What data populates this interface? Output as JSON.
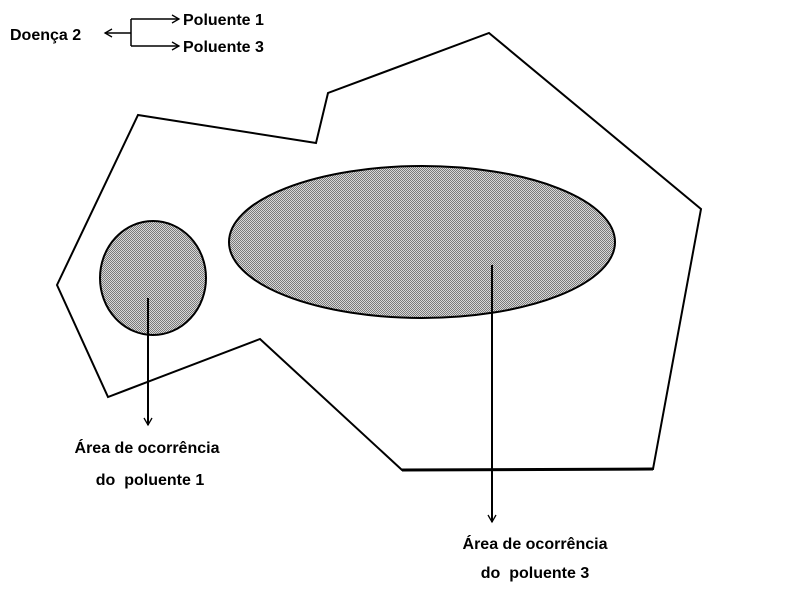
{
  "legend": {
    "disease": "Doença 2",
    "pollutant_a": "Poluente 1",
    "pollutant_b": "Poluente 3"
  },
  "areas": [
    {
      "line1": "Área de ocorrência",
      "line2": "do  poluente 1"
    },
    {
      "line1": "Área de ocorrência",
      "line2": "do  poluente 3"
    }
  ],
  "colors": {
    "stroke": "#000000",
    "fill_dark": "#808080",
    "fill_light": "#d0d0d0"
  }
}
